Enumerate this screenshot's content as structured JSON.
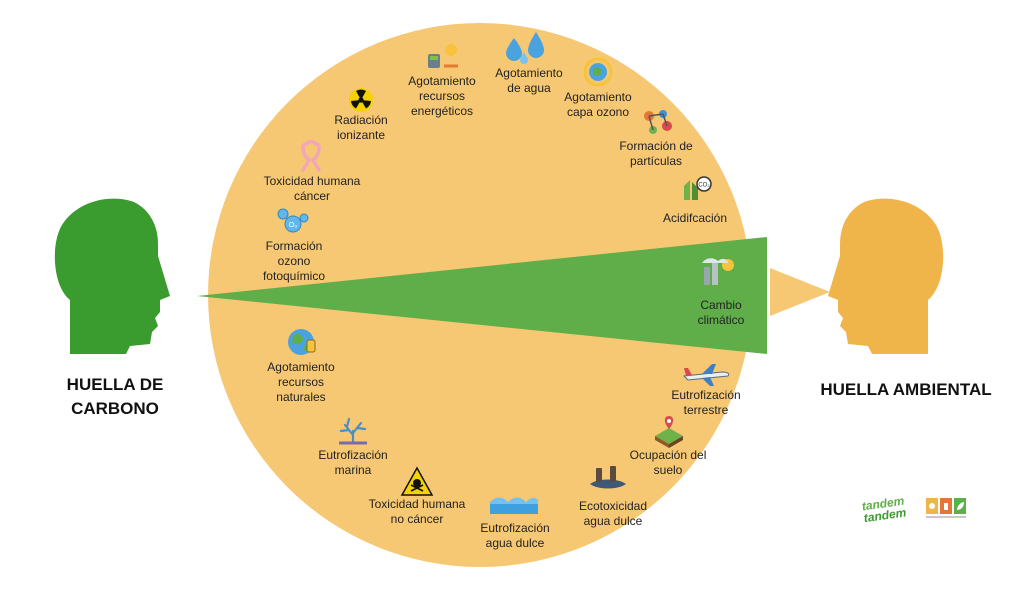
{
  "left_head": {
    "label": "HUELLA DE\nCARBONO",
    "color": "#3a9b2e"
  },
  "right_head": {
    "label": "HUELLA AMBIENTAL",
    "color": "#f0b54a"
  },
  "circle_color": "#f7c873",
  "wedge_color": "#5fae4a",
  "categories": [
    {
      "id": "radiacion",
      "label": "Radiación\nionizante",
      "icon": "radiation-icon"
    },
    {
      "id": "recursos-energeticos",
      "label": "Agotamiento\nrecursos\nenergéticos",
      "icon": "energy-resources-icon"
    },
    {
      "id": "agua",
      "label": "Agotamiento\nde agua",
      "icon": "water-drops-icon"
    },
    {
      "id": "capa-ozono",
      "label": "Agotamiento\ncapa ozono",
      "icon": "ozone-layer-icon"
    },
    {
      "id": "particulas",
      "label": "Formación de\npartículas",
      "icon": "particles-icon"
    },
    {
      "id": "acidificacion",
      "label": "Acidifcación",
      "icon": "acidification-icon"
    },
    {
      "id": "cambio-climatico",
      "label": "Cambio\nclimático",
      "icon": "climate-change-icon"
    },
    {
      "id": "eutrofizacion-terrestre",
      "label": "Eutrofización\nterrestre",
      "icon": "airplane-icon"
    },
    {
      "id": "ocupacion-suelo",
      "label": "Ocupación del\nsuelo",
      "icon": "land-use-icon"
    },
    {
      "id": "ecotoxicidad",
      "label": "Ecotoxicidad\nagua dulce",
      "icon": "ecotoxicity-icon"
    },
    {
      "id": "eutrofizacion-agua-dulce",
      "label": "Eutrofización\nagua dulce",
      "icon": "water-waves-icon"
    },
    {
      "id": "toxicidad-no-cancer",
      "label": "Toxicidad humana\nno cáncer",
      "icon": "toxic-warning-icon"
    },
    {
      "id": "eutrofizacion-marina",
      "label": "Eutrofización\nmarina",
      "icon": "coral-icon"
    },
    {
      "id": "recursos-naturales",
      "label": "Agotamiento\nrecursos\nnaturales",
      "icon": "natural-resources-icon"
    },
    {
      "id": "ozono-fotoquimico",
      "label": "Formación\nozono\nfotoquímico",
      "icon": "ozone-bubbles-icon"
    },
    {
      "id": "toxicidad-cancer",
      "label": "Toxicidad humana\ncáncer",
      "icon": "cancer-ribbon-icon"
    }
  ],
  "logo": {
    "text": "tandem\ntandem",
    "icon": "tandem-logo-icon"
  }
}
